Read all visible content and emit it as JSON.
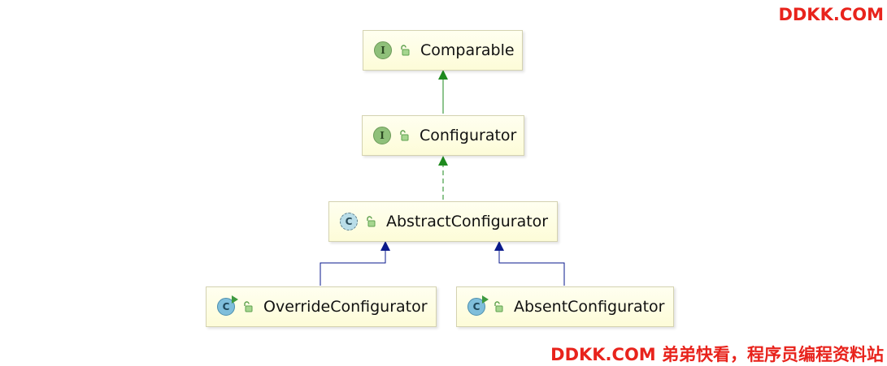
{
  "watermark_top": "DDKK.COM",
  "watermark_bottom": "DDKK.COM 弟弟快看，程序员编程资料站",
  "colors": {
    "implements_edge": "#1e8a1e",
    "extends_edge": "#0a1a8c",
    "node_fill": "#fefde4",
    "watermark": "#e8231c"
  },
  "nodes": [
    {
      "id": "comparable",
      "label": "Comparable",
      "kind": "interface",
      "kind_letter": "I",
      "icon": "interface-icon"
    },
    {
      "id": "configurator",
      "label": "Configurator",
      "kind": "interface",
      "kind_letter": "I",
      "icon": "interface-icon"
    },
    {
      "id": "abstract",
      "label": "AbstractConfigurator",
      "kind": "abstract",
      "kind_letter": "C",
      "icon": "abstract-class-icon"
    },
    {
      "id": "override",
      "label": "OverrideConfigurator",
      "kind": "class",
      "kind_letter": "C",
      "icon": "class-icon"
    },
    {
      "id": "absent",
      "label": "AbsentConfigurator",
      "kind": "class",
      "kind_letter": "C",
      "icon": "class-icon"
    }
  ],
  "edges": [
    {
      "from": "configurator",
      "to": "comparable",
      "type": "interface-extends"
    },
    {
      "from": "abstract",
      "to": "configurator",
      "type": "implements"
    },
    {
      "from": "override",
      "to": "abstract",
      "type": "extends"
    },
    {
      "from": "absent",
      "to": "abstract",
      "type": "extends"
    }
  ]
}
